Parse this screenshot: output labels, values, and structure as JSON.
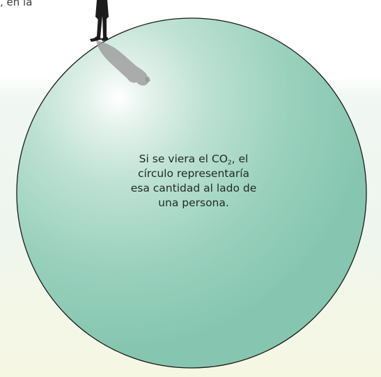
{
  "top_snippet": ", en la",
  "caption": {
    "line1_before": "Si se viera el CO",
    "line1_sub": "2",
    "line1_after": ", el",
    "line2": "círculo representaría",
    "line3": "esa cantidad al lado de",
    "line4": "una persona."
  },
  "colors": {
    "circle_fill": "#8fcdb7",
    "circle_highlight": "#ffffff",
    "circle_outline": "#1a1a1a",
    "figure": "#1c1c1c",
    "shadow": "#9e9e9e"
  },
  "icons": {
    "person": "standing-person-silhouette",
    "shadow": "person-shadow"
  }
}
